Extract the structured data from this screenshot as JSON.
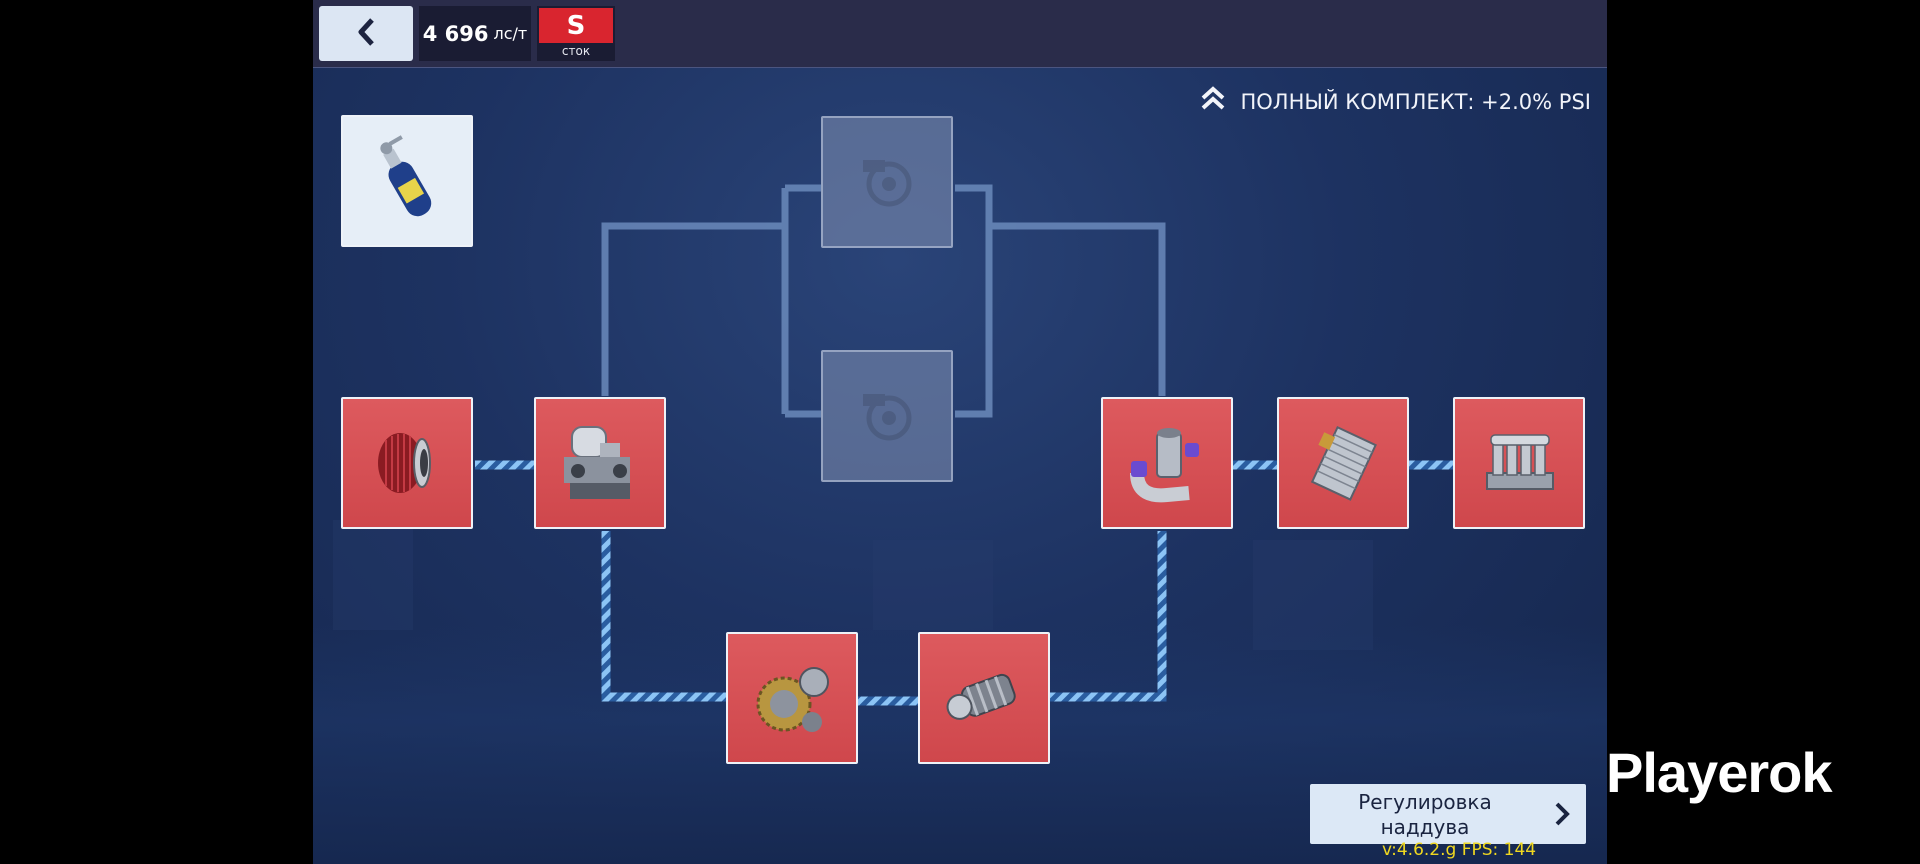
{
  "topbar": {
    "back_icon": "chevron-left-icon",
    "power_value": "4 696",
    "power_unit": "лс/т",
    "class_letter": "S",
    "class_label": "сток"
  },
  "fullset": {
    "icon": "double-chevron-up-icon",
    "text": "ПОЛНЫЙ КОМПЛЕКТ: +2.0% PSI"
  },
  "parts": [
    {
      "name": "nitrous-bottle",
      "state": "installed"
    },
    {
      "name": "turbo-upper",
      "state": "locked"
    },
    {
      "name": "turbo-lower",
      "state": "locked"
    },
    {
      "name": "air-filter",
      "state": "stock"
    },
    {
      "name": "supercharger",
      "state": "stock"
    },
    {
      "name": "intake-pipe",
      "state": "stock"
    },
    {
      "name": "intercooler",
      "state": "stock"
    },
    {
      "name": "intake-manifold",
      "state": "stock"
    },
    {
      "name": "gears",
      "state": "stock"
    },
    {
      "name": "belt-drive",
      "state": "stock"
    }
  ],
  "boost_button": {
    "label_line1": "Регулировка",
    "label_line2": "наддува",
    "icon": "chevron-right-icon"
  },
  "version": "v:4.6.2.g FPS: 144",
  "watermark": "Playerok",
  "colors": {
    "slot_red": "#d9484d",
    "accent_red": "#d9252f",
    "bg_blue": "#1d3261",
    "connector_blue": "#6ea9e6",
    "version_yellow": "#f0d820"
  }
}
